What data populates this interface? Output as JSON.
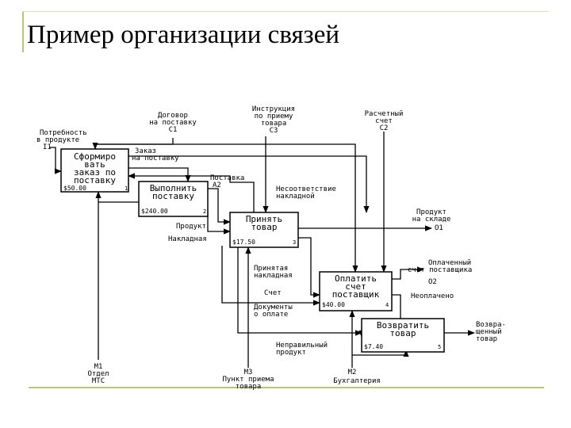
{
  "slide": {
    "title": "Пример организации связей"
  },
  "blocks": [
    {
      "id": "A1",
      "title": [
        "Сформиро",
        "вать",
        "заказ по",
        "поставку"
      ],
      "cost": "$50.00",
      "num": "1"
    },
    {
      "id": "A2",
      "title": [
        "Выполнить",
        "поставку"
      ],
      "cost": "$240.00",
      "num": "2"
    },
    {
      "id": "A3",
      "title": [
        "Принять",
        "товар"
      ],
      "cost": "$17.50",
      "num": "3"
    },
    {
      "id": "A4",
      "title": [
        "Оплатить",
        "счет",
        "поставщик"
      ],
      "cost": "$40.00",
      "num": "4"
    },
    {
      "id": "A5",
      "title": [
        "Возвратить",
        "товар"
      ],
      "cost": "$7.40",
      "num": "5"
    }
  ],
  "labels": {
    "need": [
      "Потребность",
      "в продукте",
      "I1"
    ],
    "contract": [
      "Договор",
      "на поставку",
      "C1"
    ],
    "instruction": [
      "Инструкция",
      "по приему",
      "товара",
      "C3"
    ],
    "invoice_ctrl": [
      "Расчетный",
      "счет",
      "C2"
    ],
    "order": [
      "Заказ",
      "на поставку"
    ],
    "delivery": [
      "Поставка"
    ],
    "delivery_mark": "A2",
    "nonconform": [
      "Несоответствие",
      "накладной"
    ],
    "product_in": "Продукт",
    "invoice_doc": "Накладная",
    "stock": [
      "Продукт",
      "на складе",
      "O1"
    ],
    "accepted_inv": [
      "Принятая",
      "накладная"
    ],
    "bill": "Счет",
    "docs": [
      "Документы",
      "о оплате"
    ],
    "paid": [
      "Оплаченный",
      "счет поставщика",
      "O2"
    ],
    "nonpaid": "Неоплачено",
    "defective": [
      "Неправильный",
      "продукт"
    ],
    "returned": [
      "Возвра-",
      "щенный",
      "товар"
    ],
    "m1": [
      "M1",
      "Отдел",
      "МТС"
    ],
    "m3": [
      "M3",
      "Пункт приема",
      "товара"
    ],
    "m2": [
      "M2",
      "Бухгалтерия"
    ]
  }
}
